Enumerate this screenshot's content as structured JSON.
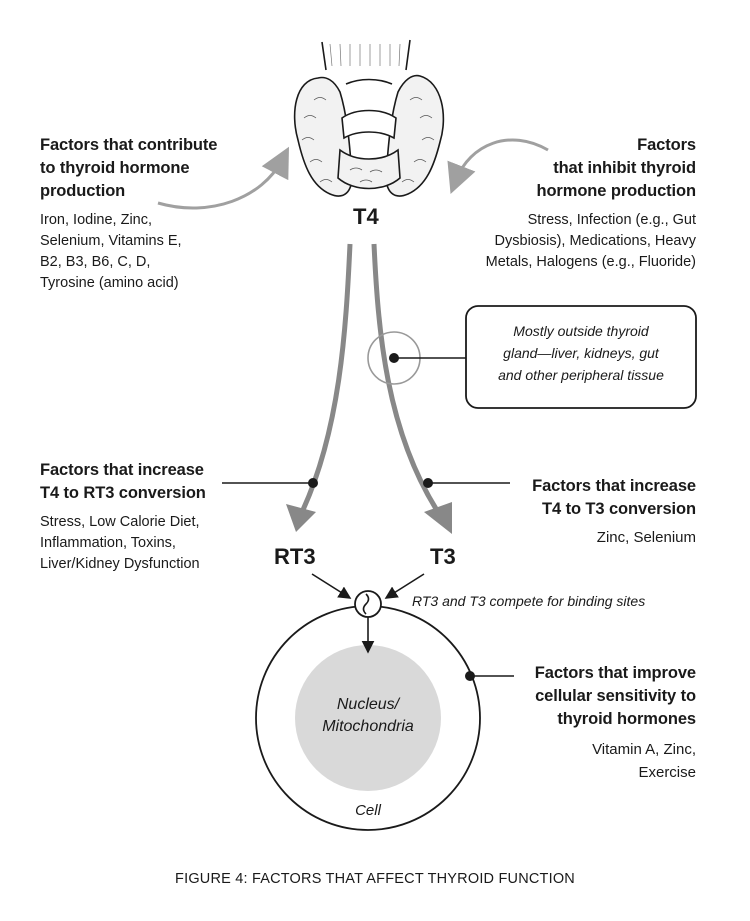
{
  "labels": {
    "t4": "T4",
    "rt3": "RT3",
    "t3": "T3"
  },
  "contribute": {
    "heading": [
      "Factors that contribute",
      "to thyroid hormone",
      "production"
    ],
    "body": [
      "Iron, Iodine, Zinc,",
      "Selenium, Vitamins E,",
      "B2, B3, B6, C, D,",
      "Tyrosine (amino acid)"
    ]
  },
  "inhibit": {
    "heading": [
      "Factors",
      "that inhibit thyroid",
      "hormone production"
    ],
    "body": [
      "Stress, Infection (e.g., Gut",
      "Dysbiosis), Medications, Heavy",
      "Metals, Halogens (e.g., Fluoride)"
    ]
  },
  "conversion_site": {
    "text": [
      "Mostly outside thyroid",
      "gland—liver, kidneys, gut",
      "and other peripheral tissue"
    ]
  },
  "rt3_factors": {
    "heading": [
      "Factors that increase",
      "T4 to RT3 conversion"
    ],
    "body": [
      "Stress, Low Calorie Diet,",
      "Inflammation, Toxins,",
      "Liver/Kidney Dysfunction"
    ]
  },
  "t3_factors": {
    "heading": [
      "Factors that increase",
      "T4 to T3 conversion"
    ],
    "body": [
      "Zinc, Selenium"
    ]
  },
  "compete_note": "RT3 and T3 compete for binding sites",
  "sensitivity": {
    "heading": [
      "Factors that improve",
      "cellular sensitivity to",
      "thyroid hormones"
    ],
    "body": [
      "Vitamin A, Zinc,",
      "Exercise"
    ]
  },
  "cell": {
    "nucleus": [
      "Nucleus/",
      "Mitochondria"
    ],
    "label": "Cell"
  },
  "caption": "FIGURE 4: FACTORS THAT AFFECT THYROID FUNCTION",
  "colors": {
    "arrow_gray": "#888888",
    "curve_gray": "#a0a0a0",
    "nucleus_fill": "#d9d9d9",
    "ink": "#1a1a1a"
  },
  "icons": {
    "gland": "thyroid-gland-illustration",
    "receptor": "binding-site-icon"
  }
}
